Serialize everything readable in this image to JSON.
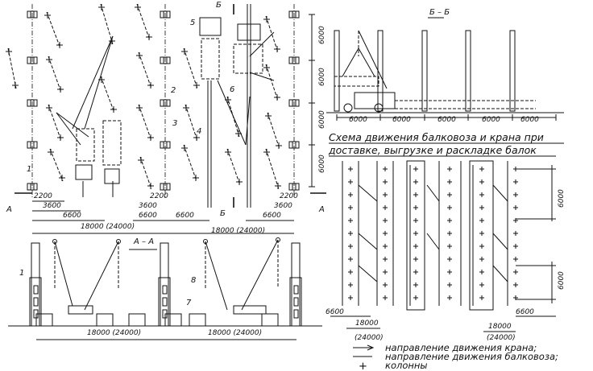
{
  "plan": {
    "dims": {
      "d2200": "2200",
      "d3600": "3600",
      "d6600": "6600",
      "span": "18000 (24000)"
    },
    "labels": {
      "n1": "1",
      "n2": "2",
      "n3": "3",
      "n4": "4",
      "n5": "5",
      "n6": "6",
      "section_b": "Б",
      "section_a": "А"
    }
  },
  "section_aa": {
    "title": "А – А",
    "labels": {
      "n1": "1",
      "n7": "7",
      "n8": "8"
    },
    "span": "18000 (24000)"
  },
  "section_bb": {
    "title": "Б – Б",
    "dims": [
      "6000",
      "6000",
      "6000",
      "6000",
      "6000"
    ]
  },
  "plan_right_dims": [
    "6000",
    "6000",
    "6000",
    "6000"
  ],
  "scheme": {
    "title_line1": "Схема движения балковоза и крана при",
    "title_line2": "доставке, выгрузке и раскладке балок",
    "dims": {
      "v6000a": "6000",
      "v6000b": "6000",
      "d6600": "6600",
      "d18000": "18000",
      "d24000": "(24000)"
    },
    "legend": [
      {
        "symbol": "arrow",
        "text": "направление движения крана;"
      },
      {
        "symbol": "line",
        "text": "направление движения балковоза;"
      },
      {
        "symbol": "plus",
        "text": "колонны"
      }
    ]
  }
}
